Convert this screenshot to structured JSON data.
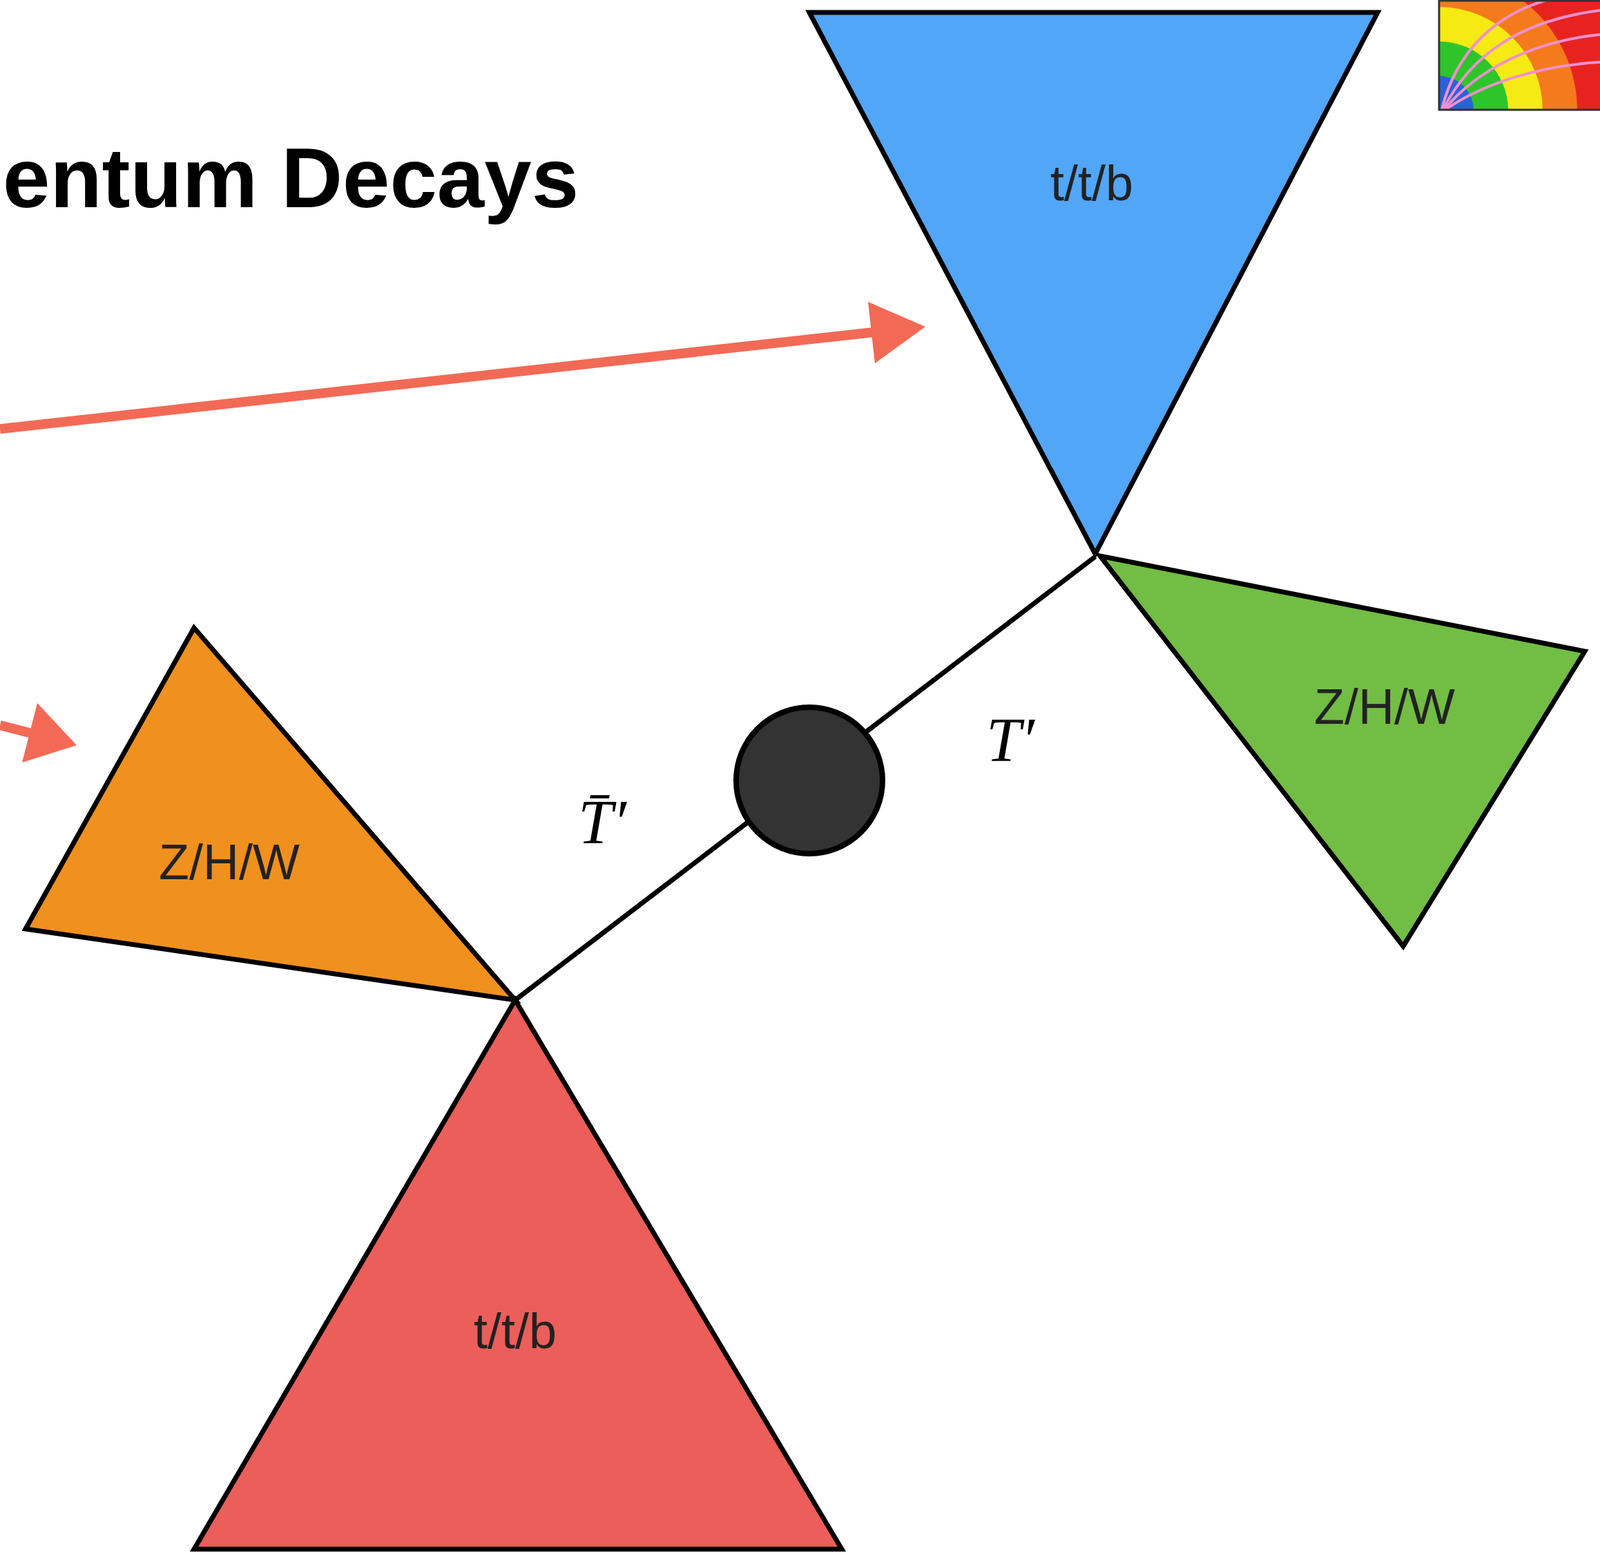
{
  "diagram": {
    "title": "entum Decays",
    "nodes": [
      {
        "text": [
          "t/t/b"
        ]
      },
      {
        "text": [
          "Z/H/W"
        ]
      },
      {
        "text": [
          "Z/H/W"
        ]
      },
      {
        "text": [
          "t/t/b"
        ]
      }
    ],
    "labels": [
      "T′",
      "T̄′"
    ]
  }
}
